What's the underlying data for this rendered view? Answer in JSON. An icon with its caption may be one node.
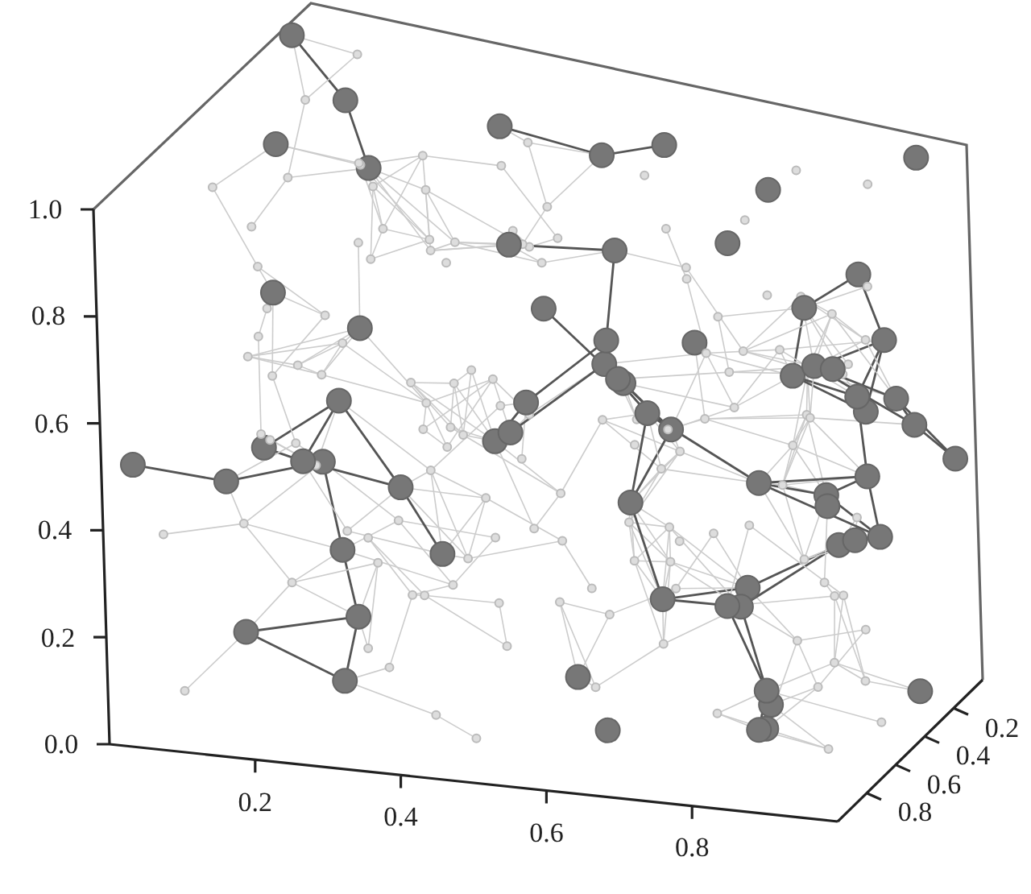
{
  "diagram": {
    "labels": [
      "1.0",
      "0.8",
      "0.6",
      "0.4",
      "0.2",
      "0.0",
      "0.2",
      "0.4",
      "0.6",
      "0.8",
      "0.2",
      "0.4",
      "0.6",
      "0.8"
    ]
  }
}
